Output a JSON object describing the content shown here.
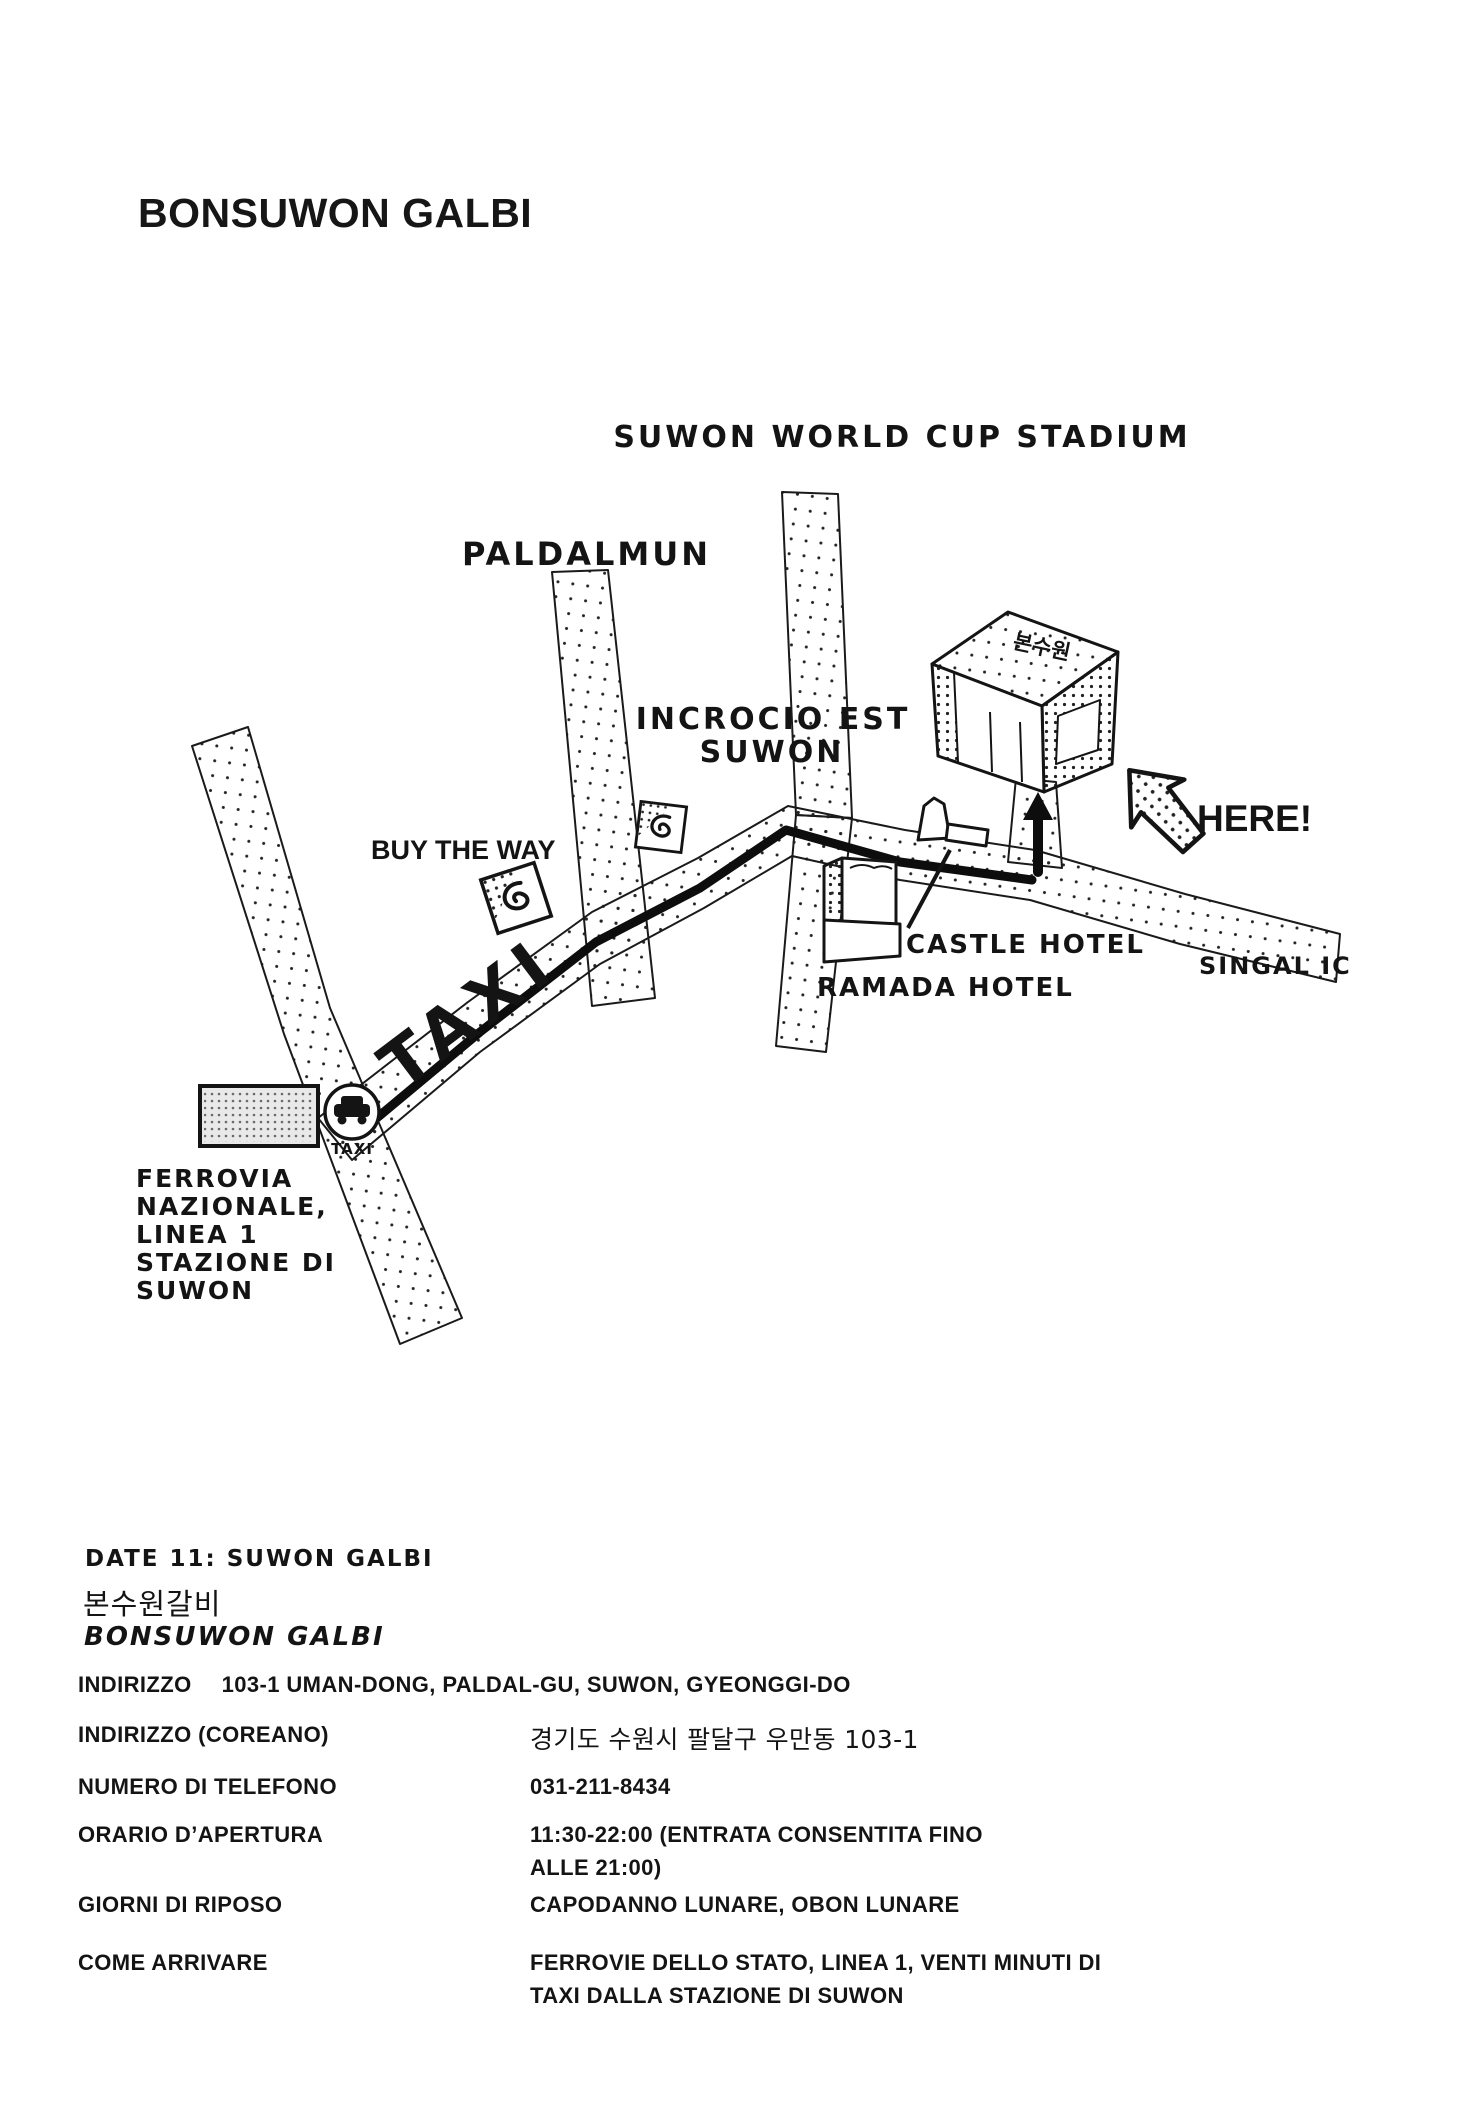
{
  "page": {
    "title": "BONSUWON GALBI",
    "paper_color": "#ffffff",
    "ink_color": "#141414"
  },
  "map": {
    "labels": {
      "stadium": "SUWON WORLD CUP STADIUM",
      "paldalmun": "PALDALMUN",
      "incrocio_line1": "INCROCIO EST",
      "incrocio_line2": "SUWON",
      "buy_the_way": "BUY THE WAY",
      "castle_hotel": "CASTLE HOTEL",
      "ramada_hotel": "RAMADA HOTEL",
      "singal_ic": "SINGAL IC",
      "here": "HERE!",
      "taxi_road": "TAXI",
      "taxi_stand": "TAXI",
      "building_sign": "본수원",
      "station_lines": [
        "FERROVIA",
        "NAZIONALE,",
        "LINEA 1",
        "STAZIONE DI",
        "SUWON"
      ]
    }
  },
  "info": {
    "heading": "DATE 11: SUWON GALBI",
    "name_korean": "본수원갈비",
    "name_romanized": "BONSUWON GALBI",
    "rows": [
      {
        "label": "INDIRIZZO",
        "value_lines": [
          "103-1 UMAN-DONG, PALDAL-GU, SUWON, GYEONGGI-DO"
        ]
      },
      {
        "label": "INDIRIZZO (COREANO)",
        "value_lines": [
          "경기도 수원시 팔달구 우만동 103-1"
        ]
      },
      {
        "label": "NUMERO DI TELEFONO",
        "value_lines": [
          "031-211-8434"
        ]
      },
      {
        "label": "ORARIO D’APERTURA",
        "value_lines": [
          "11:30-22:00 (ENTRATA CONSENTITA FINO",
          "ALLE 21:00)"
        ]
      },
      {
        "label": "GIORNI DI RIPOSO",
        "value_lines": [
          "CAPODANNO LUNARE, OBON LUNARE"
        ]
      },
      {
        "label": "COME ARRIVARE",
        "value_lines": [
          "FERROVIE DELLO STATO, LINEA 1, VENTI MINUTI DI",
          "TAXI DALLA STAZIONE DI SUWON"
        ]
      }
    ]
  }
}
